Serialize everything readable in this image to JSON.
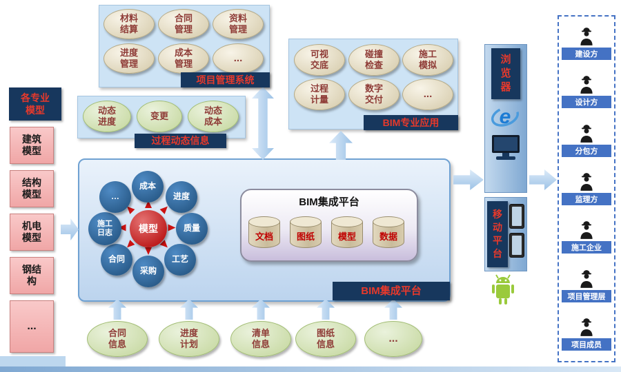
{
  "left_panel": {
    "header": "各专业模型",
    "items": [
      "建筑模型",
      "结构模型",
      "机电模型",
      "钢结构",
      "..."
    ]
  },
  "pm_system": {
    "label": "项目管理系统",
    "items": [
      "材料结算",
      "合同管理",
      "资料管理",
      "进度管理",
      "成本管理",
      "..."
    ]
  },
  "process_info": {
    "label": "过程动态信息",
    "items": [
      "动态进度",
      "变更",
      "动态成本"
    ]
  },
  "bim_apps": {
    "label": "BIM专业应用",
    "items": [
      "可视交底",
      "碰撞检查",
      "施工模拟",
      "过程计量",
      "数字交付",
      "..."
    ]
  },
  "platform": {
    "label": "BIM集成平台",
    "inner_title": "BIM集成平台",
    "databases": [
      "文档",
      "图纸",
      "模型",
      "数据"
    ],
    "hub_center": "模型",
    "hub_nodes": [
      "成本",
      "进度",
      "质量",
      "工艺",
      "采购",
      "合同",
      "施工日志",
      "…"
    ]
  },
  "inputs": [
    "合同信息",
    "进度计划",
    "清单信息",
    "图纸信息",
    "..."
  ],
  "channels": {
    "browser_label": "浏览器",
    "mobile_label": "移动平台"
  },
  "stakeholders": [
    "建设方",
    "设计方",
    "分包方",
    "监理方",
    "施工企业",
    "项目管理层",
    "项目成员"
  ],
  "icons": {
    "ie_glyph": "e"
  },
  "colors": {
    "label_bg": "#17375D",
    "label_text": "#E8392B",
    "stakeholder_bg": "#4472C4",
    "hub_node_blue": "#1F4E79",
    "hub_center_red": "#C00000",
    "android_green": "#9ACA3C",
    "arrow_blue": "#9CC2E6"
  }
}
